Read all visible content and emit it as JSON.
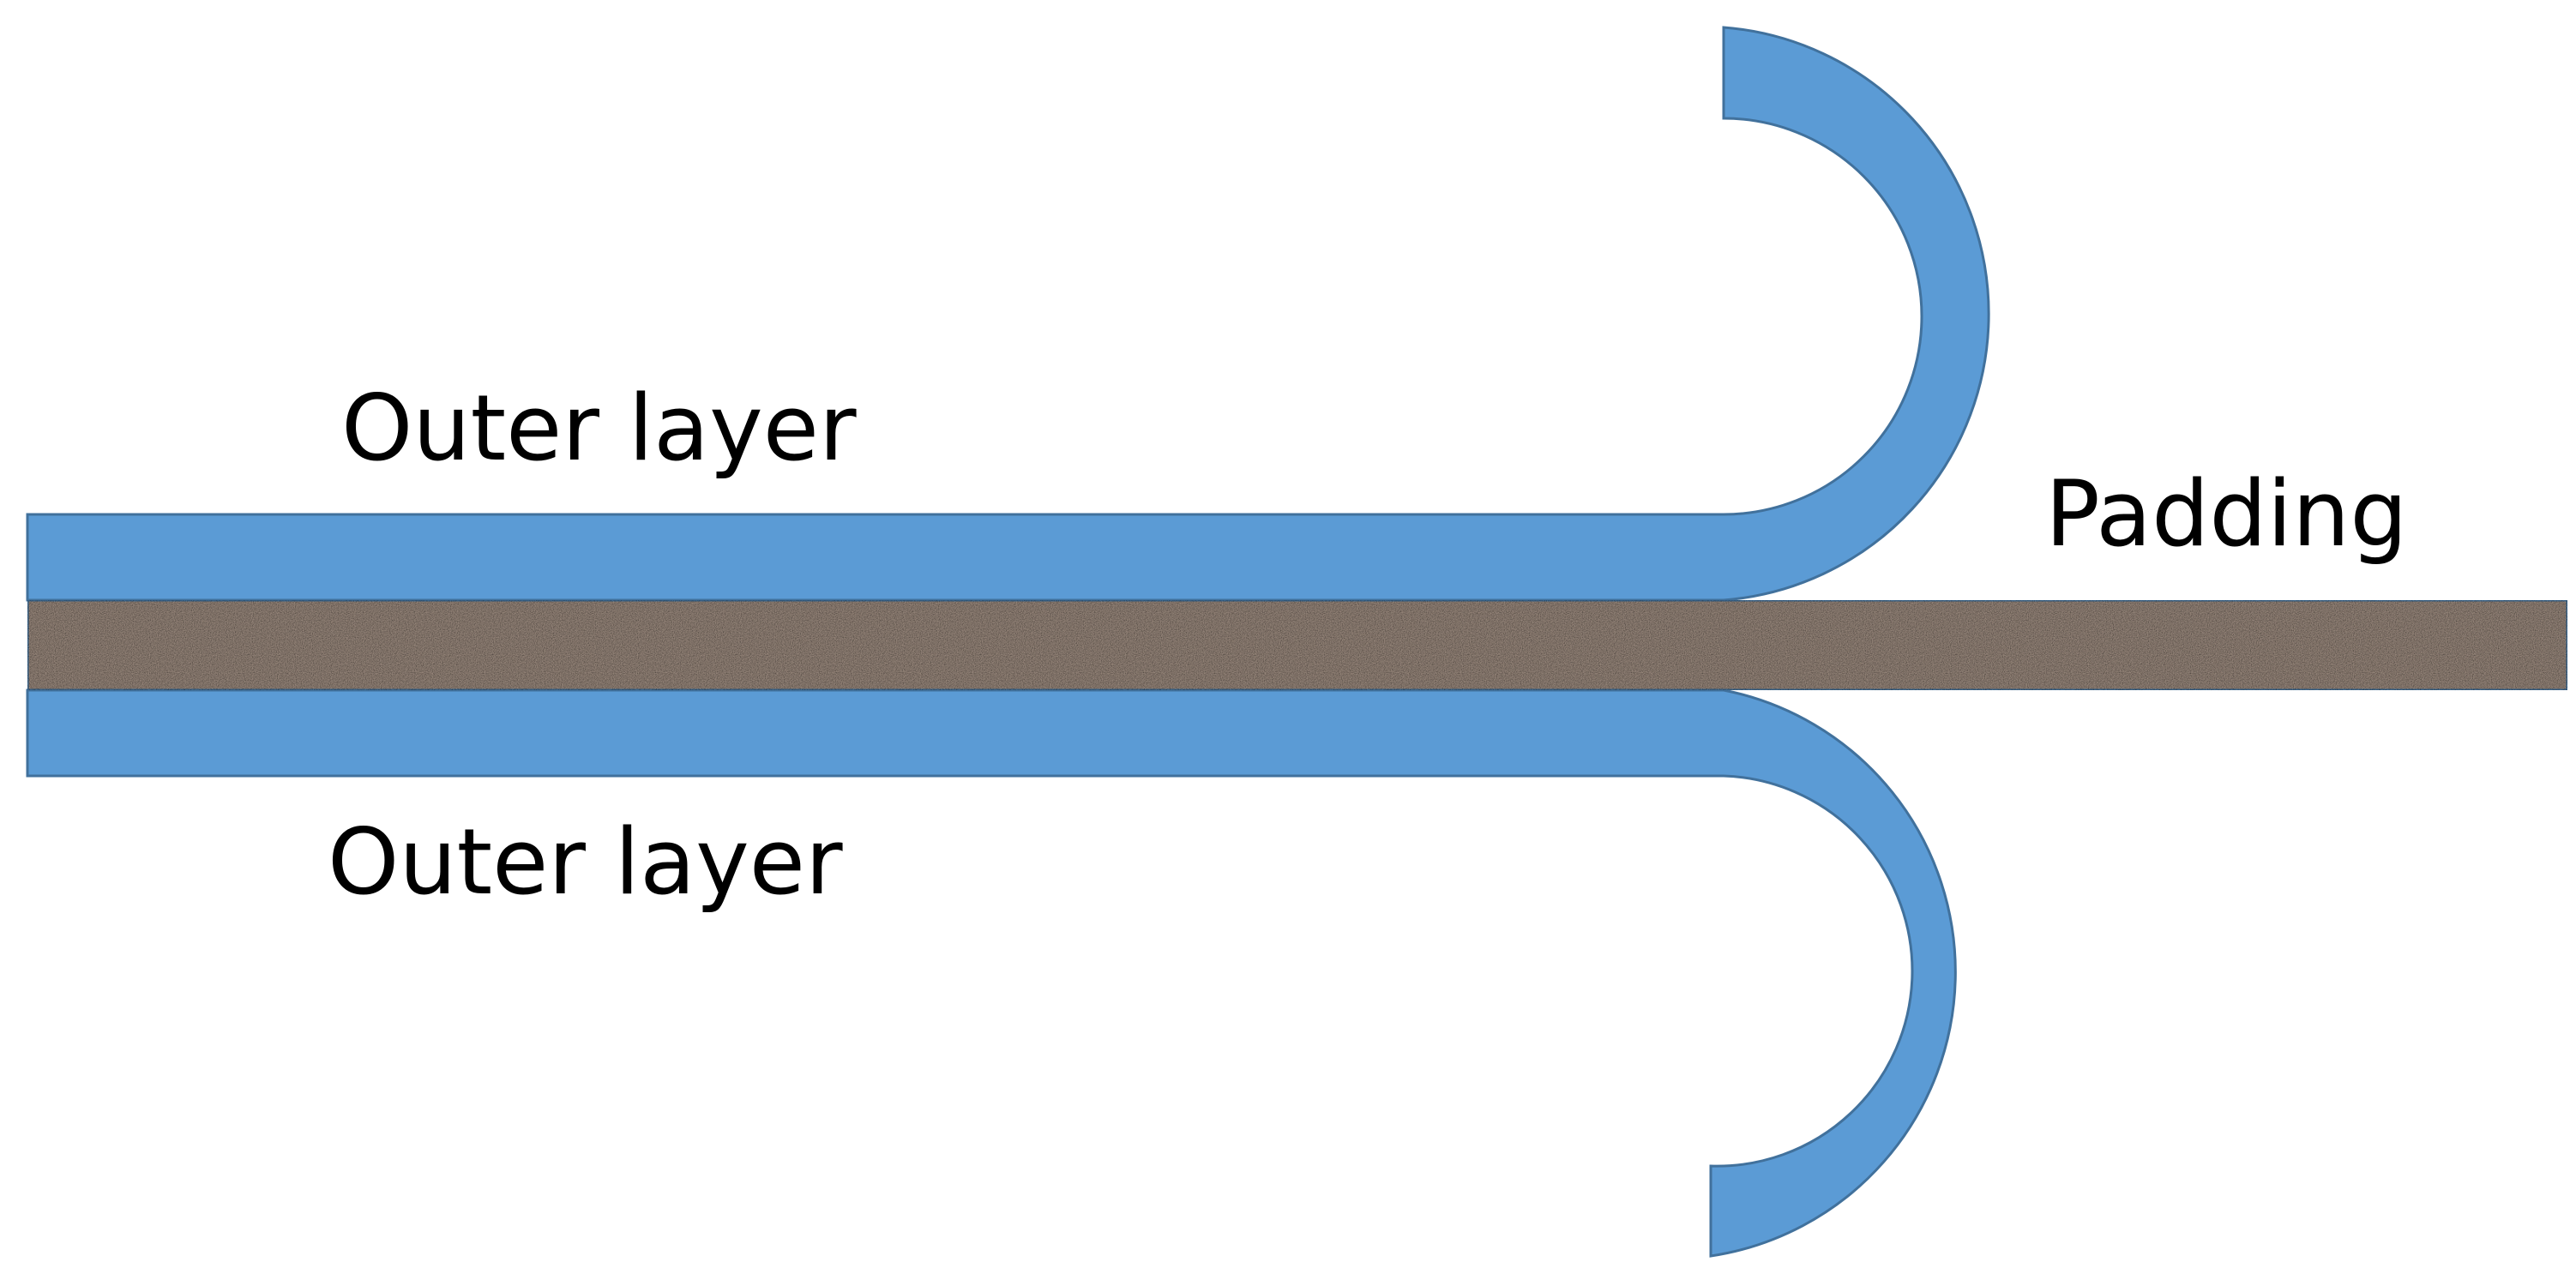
{
  "labels": {
    "top_layer": "Outer layer",
    "bottom_layer": "Outer layer",
    "middle_layer": "Padding"
  },
  "colors": {
    "layer_fill": "#5b9bd5",
    "layer_stroke": "#41719c",
    "padding_base": "#9c8b7f",
    "padding_dark": "#4a3f38",
    "padding_light": "#dcd2c8"
  }
}
